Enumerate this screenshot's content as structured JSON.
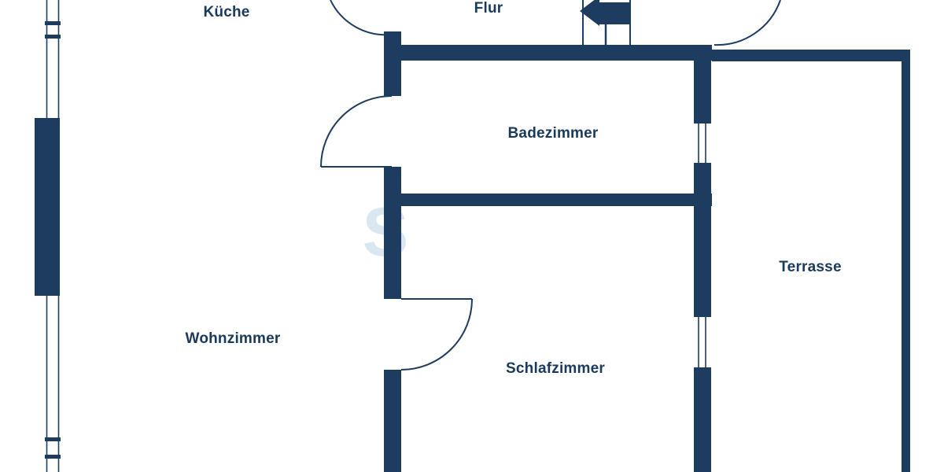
{
  "meta": {
    "type": "floor-plan",
    "language": "de"
  },
  "colors": {
    "wall": "#1e3c5f",
    "text": "#1a3a5c",
    "background": "#ffffff",
    "watermark": "#cfdfeb"
  },
  "rooms": [
    {
      "id": "kueche",
      "label": "Küche"
    },
    {
      "id": "flur",
      "label": "Flur"
    },
    {
      "id": "badezimmer",
      "label": "Badezimmer"
    },
    {
      "id": "terrasse",
      "label": "Terrasse"
    },
    {
      "id": "wohnzimmer",
      "label": "Wohnzimmer"
    },
    {
      "id": "schlafzimmer",
      "label": "Schlafzimmer"
    }
  ],
  "icons": [
    {
      "name": "entrance-arrow-icon",
      "meaning": "entrance direction arrow pointing left"
    }
  ],
  "watermark": {
    "glyph": "S"
  }
}
